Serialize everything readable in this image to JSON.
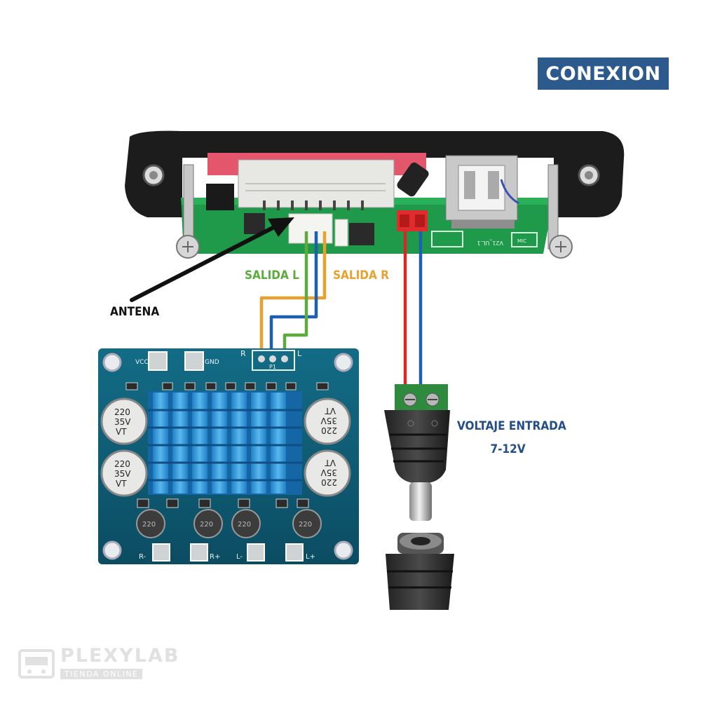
{
  "header": {
    "badge_text": "CONEXION"
  },
  "labels": {
    "antena": "ANTENA",
    "salida_l": "SALIDA L",
    "salida_r": "SALIDA R",
    "voltaje_line1": "VOLTAJE ENTRADA",
    "voltaje_line2": "7-12V"
  },
  "amp_board": {
    "pins": [
      "VCC",
      "GND",
      "R",
      "L"
    ],
    "connector": "P1",
    "bottom_pins": [
      "R-",
      "R+",
      "L-",
      "L+"
    ],
    "cap_text": [
      "220",
      "35V",
      "VT"
    ],
    "cap_small": "220"
  },
  "mp3_board": {
    "version_text": "V21_UL.1",
    "mic_text": "MIC"
  },
  "watermark": {
    "name": "PLEXYLAB",
    "sub": "TIENDA ONLINE"
  },
  "colors": {
    "badge": "#2d5a8c",
    "salida_l": "#5cab3c",
    "salida_r": "#e8a02e",
    "wire_blue": "#1d5fb0",
    "wire_red": "#d62828",
    "voltage_text": "#244e8a",
    "pcb_green": "#1e9a4a",
    "amp_pcb": "#0f5a73",
    "heatsink": "#2f9ad6"
  }
}
